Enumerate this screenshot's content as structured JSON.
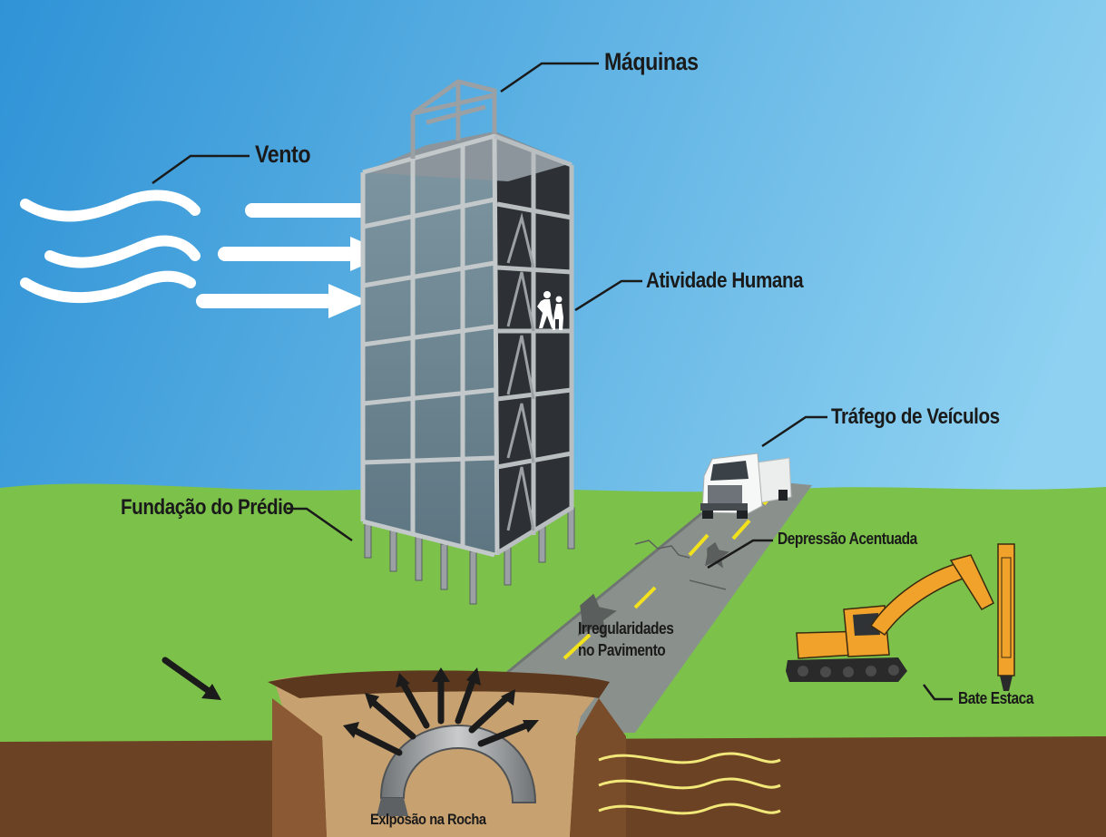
{
  "labels": {
    "maquinas": "Máquinas",
    "vento": "Vento",
    "atividade_humana": "Atividade Humana",
    "trafego": "Tráfego de Veículos",
    "fundacao": "Fundação do Prédio",
    "depressao": "Depressão Acentuada",
    "irregularidades_1": "Irregularidades",
    "irregularidades_2": "no Pavimento",
    "bate_estaca": "Bate Estaca",
    "explosao": "Exlposão na Rocha"
  },
  "colors": {
    "sky_top": "#2f93d6",
    "sky_bottom": "#8ed1f1",
    "grass": "#7cc24a",
    "soil_dark": "#6b4223",
    "soil_light": "#c8a171",
    "road": "#8a918d",
    "road_line": "#f2e21c",
    "excavator": "#f0a22a",
    "label_text": "#1a1a1a",
    "wind": "#ffffff"
  }
}
